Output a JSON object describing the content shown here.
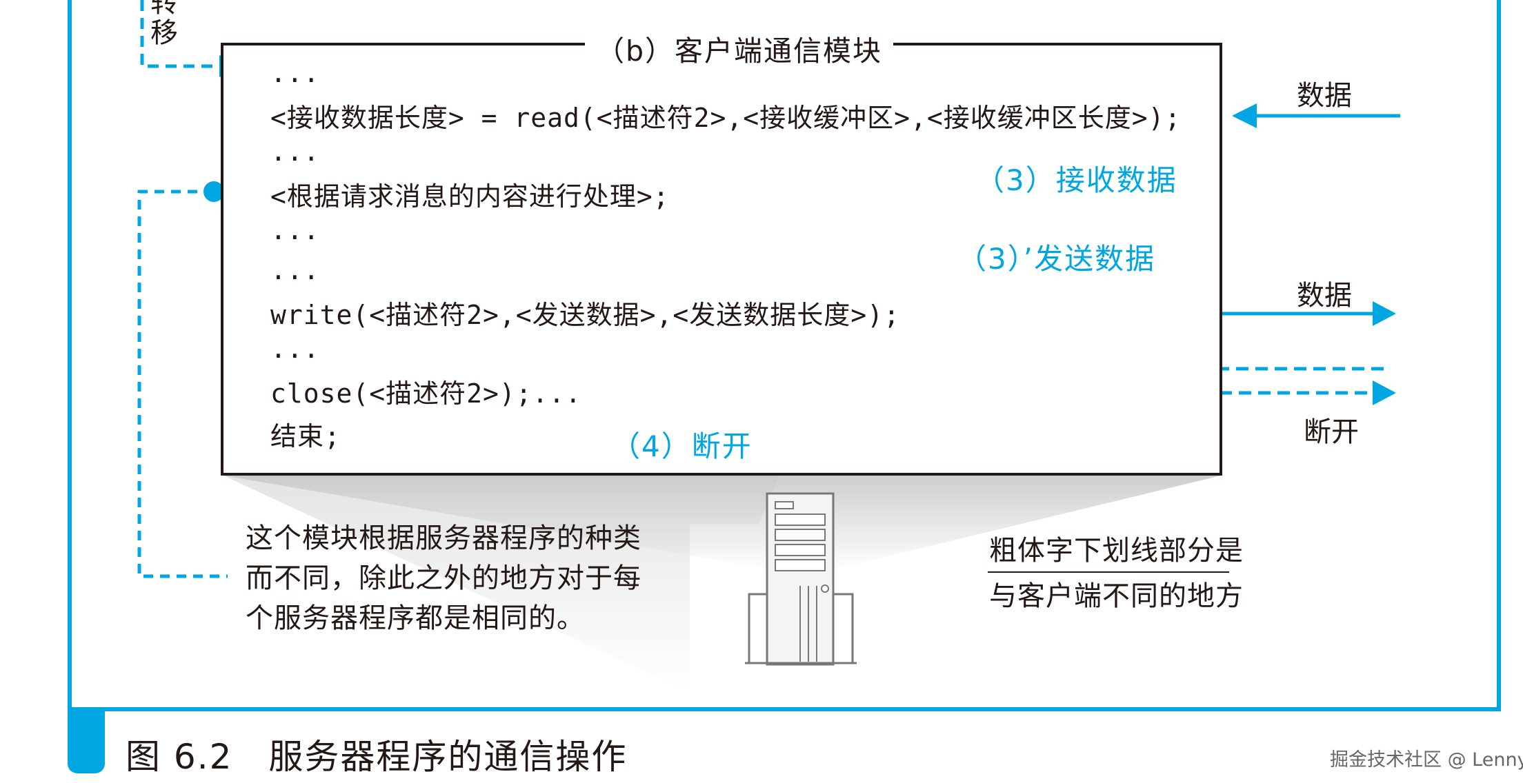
{
  "module": {
    "title": "（b）客户端通信模块",
    "code_lines": [
      "...",
      "<接收数据长度> = read(<描述符2>,<接收缓冲区>,<接收缓冲区长度>);",
      "...",
      "<根据请求消息的内容进行处理>;",
      "...",
      "...",
      "write(<描述符2>,<发送数据>,<发送数据长度>);",
      "...",
      "close(<描述符2>);...",
      "结束;"
    ]
  },
  "annotations": {
    "receive": "（3）接收数据",
    "send": "（3）’发送数据",
    "disconnect": "（4）断开"
  },
  "side_labels": {
    "data_in": "数据",
    "data_out": "数据",
    "disconnect": "断开",
    "transfer_top": "转",
    "transfer_bottom": "移"
  },
  "notes": {
    "left_lines": [
      "这个模块根据服务器程序的种类",
      "而不同，除此之外的地方对于每",
      "个服务器程序都是相同的。"
    ],
    "right_line1": "粗体字下划线部分是",
    "right_line2": "与客户端不同的地方"
  },
  "caption": "图 6.2　服务器程序的通信操作",
  "watermark": "掘金技术社区 @ Lenny",
  "colors": {
    "accent": "#00a6e2",
    "ink": "#231815"
  }
}
